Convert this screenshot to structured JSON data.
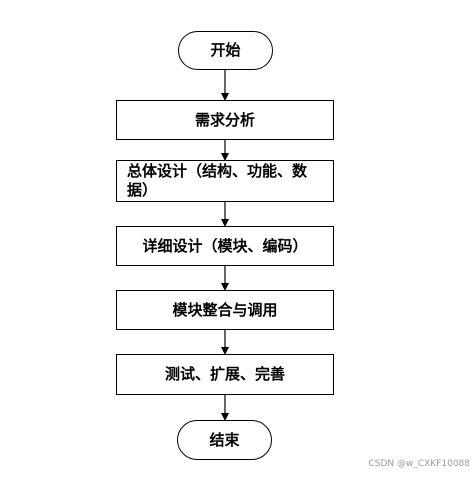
{
  "flowchart": {
    "start": "开始",
    "steps": [
      "需求分析",
      "总体设计（结构、功能、数据）",
      "详细设计（模块、编码）",
      "模块整合与调用",
      "测试、扩展、完善"
    ],
    "end": "结束"
  },
  "watermark": "CSDN @w_CXKF10088"
}
